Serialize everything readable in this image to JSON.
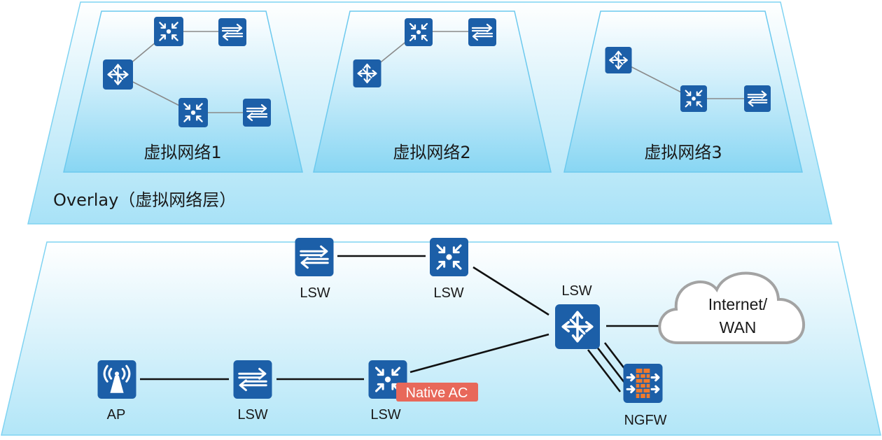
{
  "overlay": {
    "title": "Overlay（虚拟网络层）",
    "networks": [
      {
        "label": "虚拟网络1"
      },
      {
        "label": "虚拟网络2"
      },
      {
        "label": "虚拟网络3"
      }
    ]
  },
  "underlay": {
    "devices": {
      "lsw_top_left": "LSW",
      "lsw_top_right": "LSW",
      "lsw_core": "LSW",
      "ap": "AP",
      "lsw_bottom_mid": "LSW",
      "lsw_bottom_ac": "LSW",
      "ngfw": "NGFW"
    },
    "native_ac_badge": "Native AC",
    "cloud_line1": "Internet/",
    "cloud_line2": "WAN"
  },
  "colors": {
    "device_blue": "#1c5fa8",
    "layer_light": "#e8f7fd",
    "layer_deep": "#7fd3f2",
    "badge_red": "#e8685a",
    "firewall_orange": "#f07a2c"
  },
  "icons": {
    "switch": "arrows-switch-icon",
    "aggregation_switch": "converge-switch-icon",
    "core_router": "four-arrows-router-icon",
    "access_point": "wireless-ap-icon",
    "firewall": "brick-firewall-icon",
    "cloud": "cloud-icon"
  }
}
